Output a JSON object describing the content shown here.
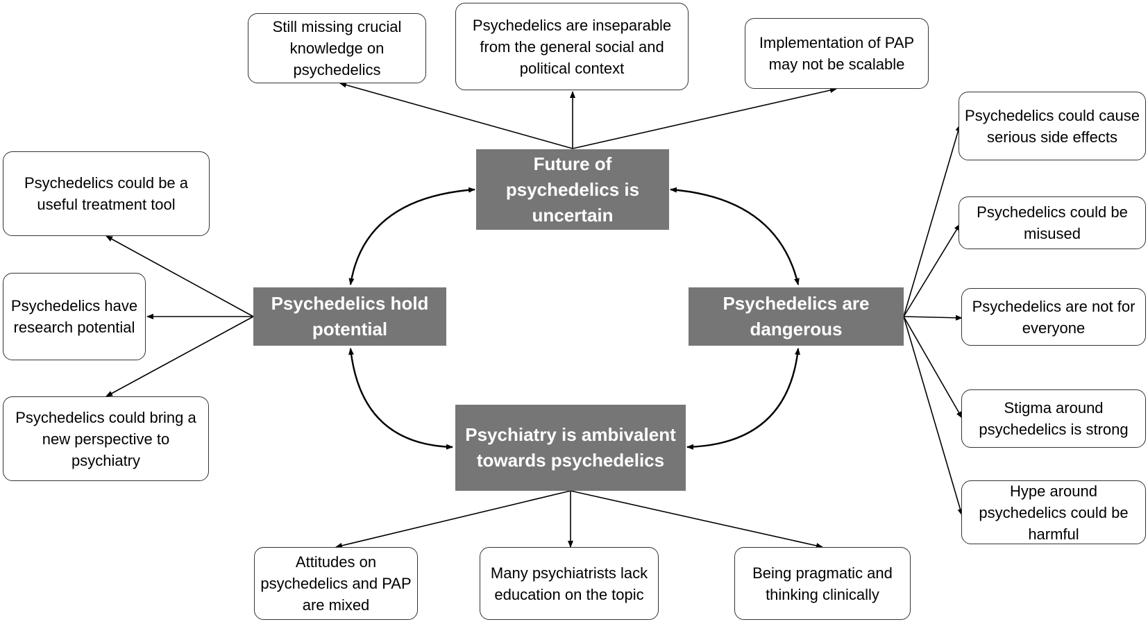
{
  "themes": {
    "future": "Future of psychedelics is uncertain",
    "potential": "Psychedelics hold potential",
    "dangerous": "Psychedelics are dangerous",
    "ambivalent": "Psychiatry is ambivalent towards psychedelics"
  },
  "future_subs": [
    "Still missing crucial knowledge on psychedelics",
    "Psychedelics are inseparable from the general social and political context",
    "Implementation of PAP may not be scalable"
  ],
  "potential_subs": [
    "Psychedelics could be a useful treatment tool",
    "Psychedelics have research potential",
    "Psychedelics could bring a new perspective to psychiatry"
  ],
  "dangerous_subs": [
    "Psychedelics could cause serious side effects",
    "Psychedelics could be misused",
    "Psychedelics are not for everyone",
    "Stigma around psychedelics is strong",
    "Hype around psychedelics could be harmful"
  ],
  "ambivalent_subs": [
    "Attitudes on psychedelics and PAP are mixed",
    "Many psychiatrists lack education on the topic",
    "Being pragmatic and thinking clinically"
  ],
  "colors": {
    "theme_fill": "#767676",
    "theme_text": "#ffffff",
    "box_border": "#333333",
    "arrow": "#000000"
  }
}
